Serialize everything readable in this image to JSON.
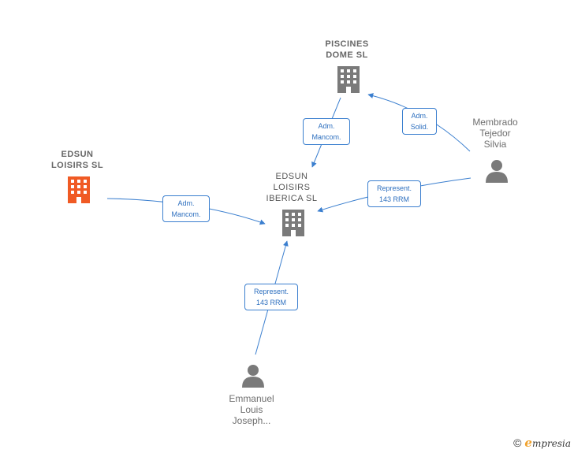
{
  "nodes": {
    "piscines": {
      "label": "PISCINES\nDOME  SL",
      "kind": "company"
    },
    "edsun_loisirs": {
      "label": "EDSUN\nLOISIRS  SL",
      "kind": "company-highlight"
    },
    "edsun_iberica": {
      "label": "EDSUN\nLOISIRS\nIBERICA  SL",
      "kind": "company"
    },
    "membrado": {
      "label": "Membrado\nTejedor\nSilvia",
      "kind": "person"
    },
    "emmanuel": {
      "label": "Emmanuel\nLouis\nJoseph...",
      "kind": "person"
    }
  },
  "edges": [
    {
      "id": "e1",
      "label": "Adm.\nMancom."
    },
    {
      "id": "e2",
      "label": "Adm.\nSolid."
    },
    {
      "id": "e3",
      "label": "Adm.\nMancom."
    },
    {
      "id": "e4",
      "label": "Represent.\n143 RRM"
    },
    {
      "id": "e5",
      "label": "Represent.\n143 RRM"
    }
  ],
  "colors": {
    "company_icon": "#7a7a7a",
    "highlight_icon": "#f05a24",
    "person_icon": "#7a7a7a",
    "edge": "#3b7fcf"
  },
  "footer": {
    "copyright": "©",
    "brand_initial": "e",
    "brand_rest": "mpresia"
  }
}
